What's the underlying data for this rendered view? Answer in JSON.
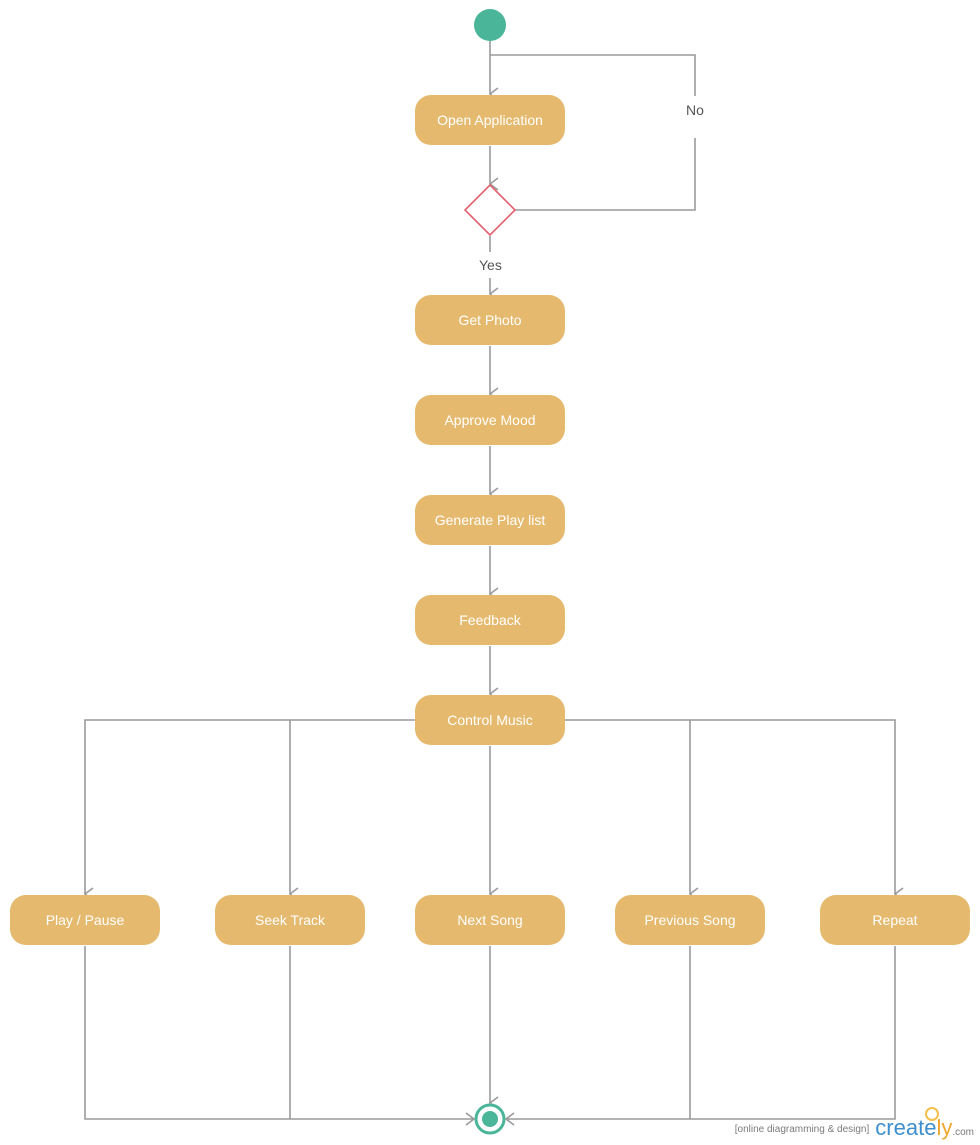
{
  "nodes": {
    "open_application": "Open Application",
    "get_photo": "Get Photo",
    "approve_mood": "Approve Mood",
    "generate_play_list": "Generate Play list",
    "feedback": "Feedback",
    "control_music": "Control Music",
    "play_pause": "Play / Pause",
    "seek_track": "Seek Track",
    "next_song": "Next Song",
    "previous_song": "Previous Song",
    "repeat": "Repeat"
  },
  "labels": {
    "yes": "Yes",
    "no": "No"
  },
  "watermark": {
    "tagline": "[online diagramming & design]",
    "brand_main": "create",
    "brand_accent": "ly",
    "brand_suffix": ".com"
  },
  "colors": {
    "activity_fill": "#e5ba6e",
    "start_node": "#4bb59a",
    "decision_stroke": "#e06070",
    "connector": "#9a9a9a"
  }
}
